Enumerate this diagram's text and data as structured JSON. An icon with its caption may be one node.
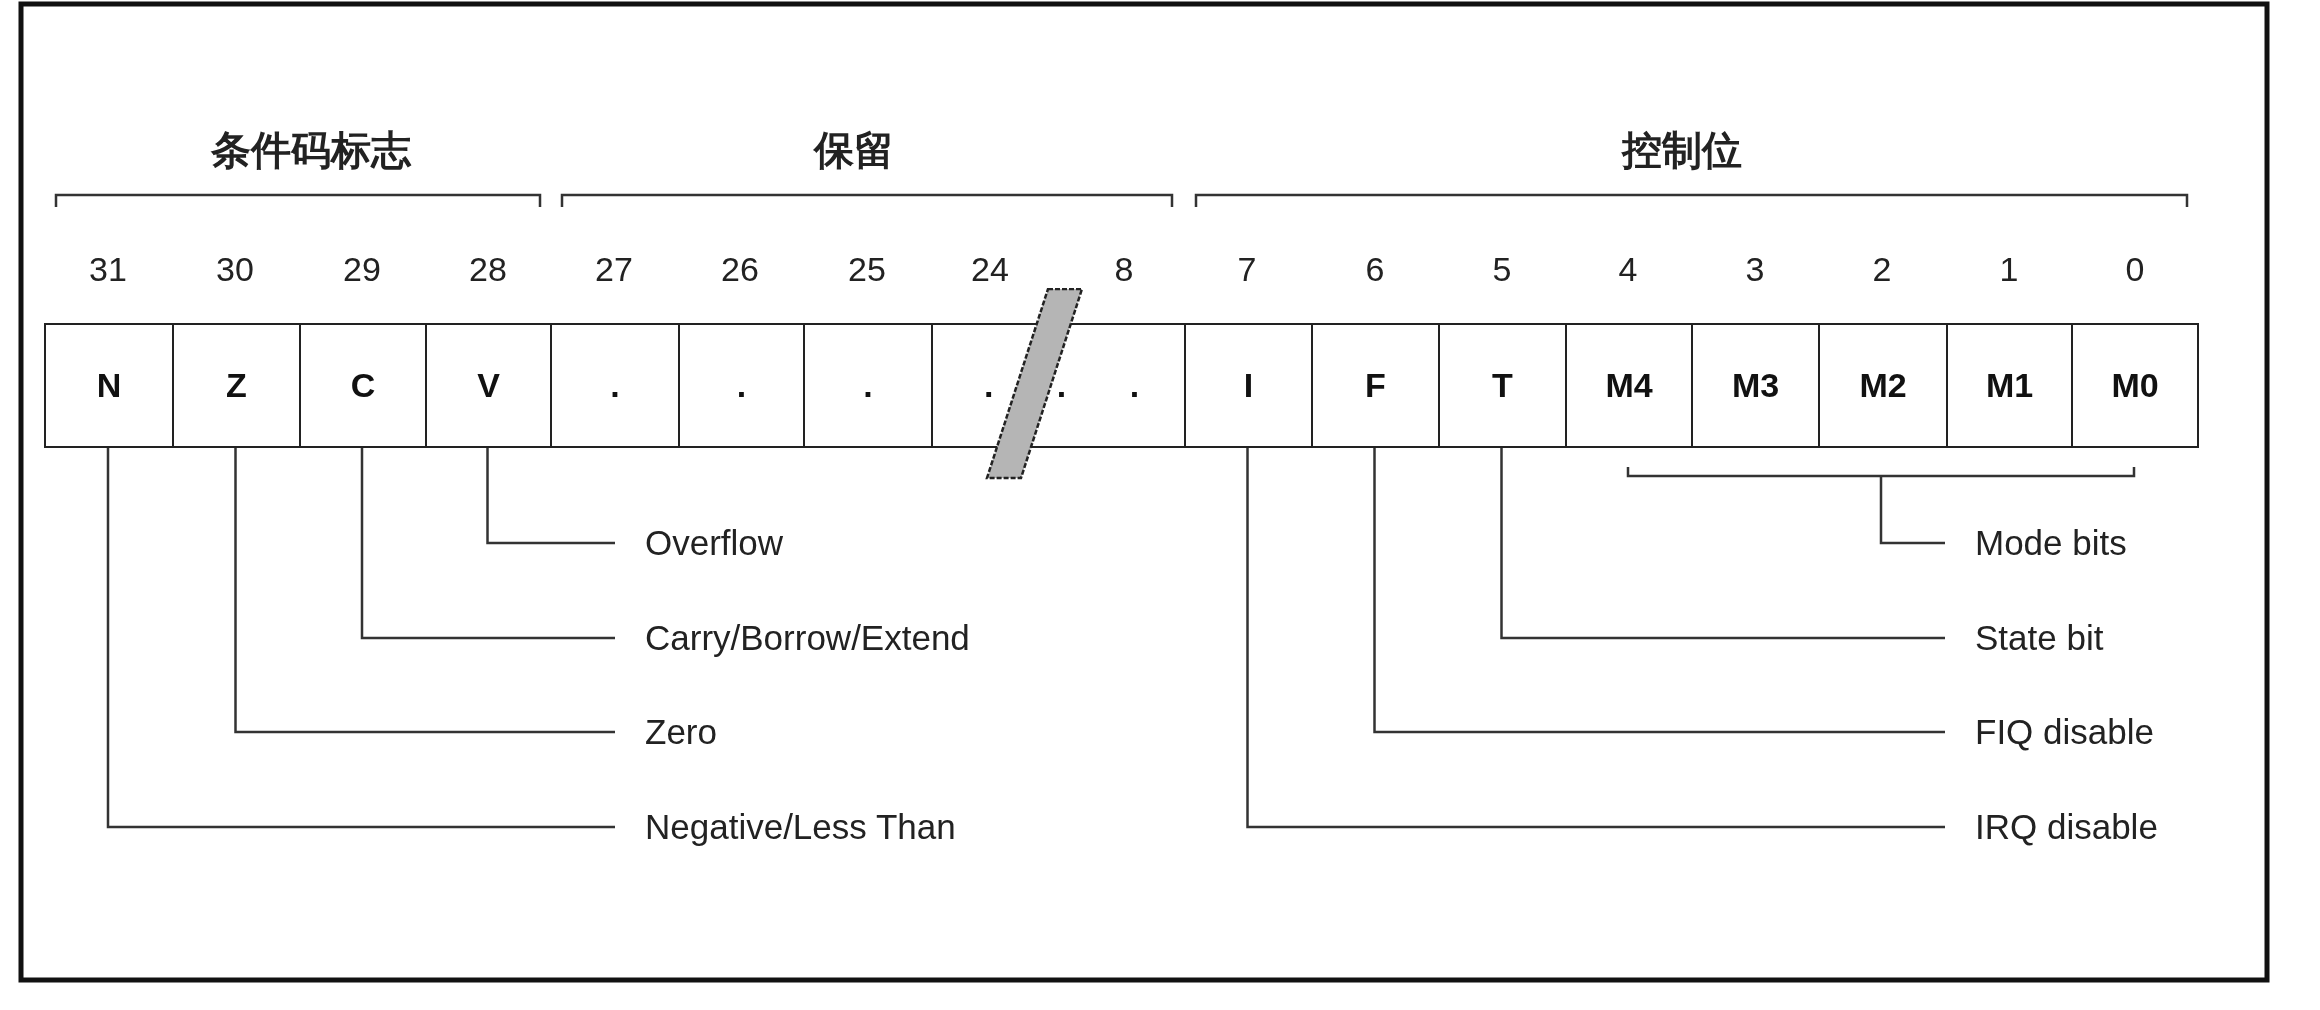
{
  "diagram": {
    "nodes": [
      {
        "text": [
          "N"
        ]
      },
      {
        "text": [
          "Z"
        ]
      },
      {
        "text": [
          "C"
        ]
      },
      {
        "text": [
          "V"
        ]
      },
      {
        "text": [
          "."
        ]
      },
      {
        "text": [
          "."
        ]
      },
      {
        "text": [
          "."
        ]
      },
      {
        "text": [
          ". . ."
        ]
      },
      {
        "text": [
          "I"
        ]
      },
      {
        "text": [
          "F"
        ]
      },
      {
        "text": [
          "T"
        ]
      },
      {
        "text": [
          "M4"
        ]
      },
      {
        "text": [
          "M3"
        ]
      },
      {
        "text": [
          "M2"
        ]
      },
      {
        "text": [
          "M1"
        ]
      },
      {
        "text": [
          "M0"
        ]
      },
      {
        "text": [
          "Overflow"
        ]
      },
      {
        "text": [
          "Carry/Borrow/Extend"
        ]
      },
      {
        "text": [
          "Zero"
        ]
      },
      {
        "text": [
          "Negative/Less Than"
        ]
      },
      {
        "text": [
          "Mode bits"
        ]
      },
      {
        "text": [
          "State bit"
        ]
      },
      {
        "text": [
          "FIQ disable"
        ]
      },
      {
        "text": [
          "IRQ disable"
        ]
      },
      {
        "text": [],
        "shape": "bar"
      }
    ],
    "edges": [
      {
        "from": 20,
        "to": null,
        "arrow": "none"
      },
      {
        "from": 21,
        "to": 10,
        "arrow": "none"
      },
      {
        "from": 22,
        "to": 9,
        "arrow": "none"
      },
      {
        "from": 23,
        "to": 8,
        "arrow": "none"
      },
      {
        "from": 16,
        "to": 3,
        "arrow": "none"
      },
      {
        "from": 17,
        "to": 2,
        "arrow": "none"
      },
      {
        "from": 18,
        "to": 1,
        "arrow": "none"
      },
      {
        "from": 19,
        "to": 0,
        "arrow": "none"
      }
    ],
    "labels": [
      "条件码标志",
      "保留",
      "控制位",
      "31",
      "30",
      "29",
      "28",
      "27",
      "26",
      "25",
      "24",
      "8",
      "7",
      "6",
      "5",
      "4",
      "3",
      "2",
      "1",
      "0"
    ]
  }
}
